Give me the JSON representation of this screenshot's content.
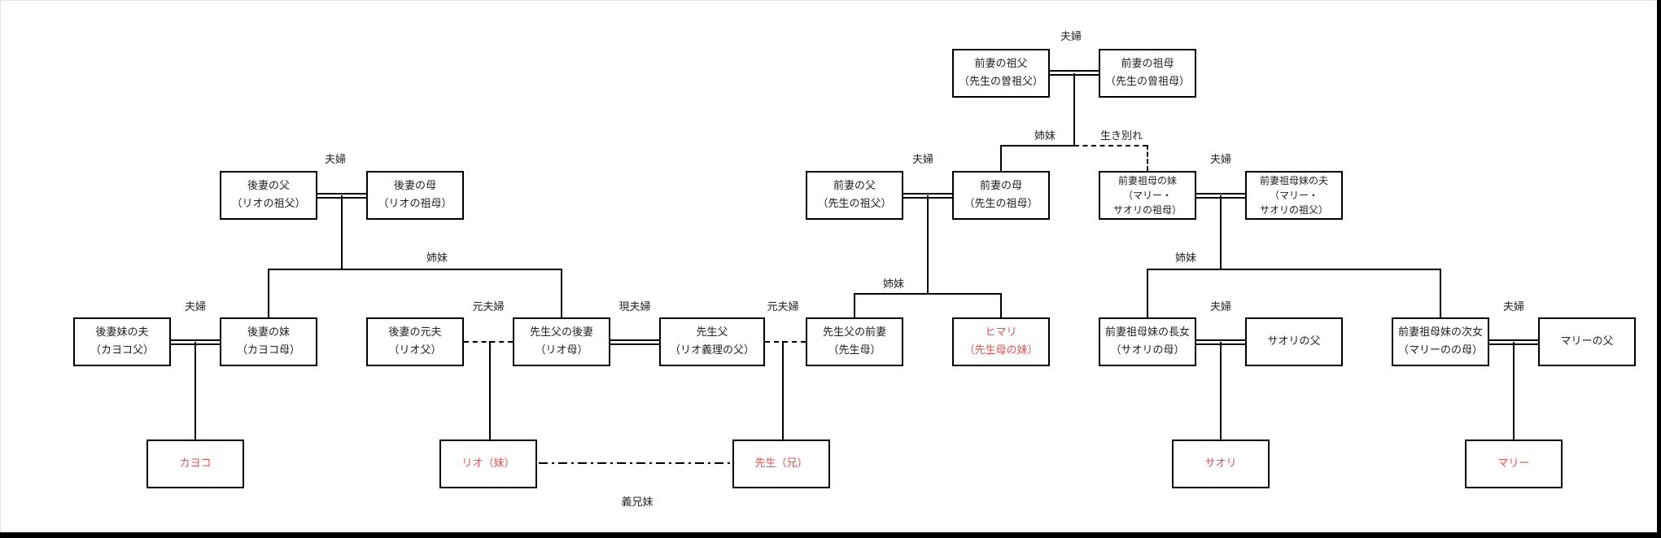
{
  "colors": {
    "accent_red": "#e8514d",
    "line_black": "#000000"
  },
  "nodes": {
    "a1": {
      "l1": "前妻の祖父",
      "l2": "（先生の曽祖父）"
    },
    "a2": {
      "l1": "前妻の祖母",
      "l2": "（先生の曾祖母）"
    },
    "b1": {
      "l1": "後妻の父",
      "l2": "（リオの祖父）"
    },
    "b2": {
      "l1": "後妻の母",
      "l2": "（リオの祖母）"
    },
    "b3": {
      "l1": "前妻の父",
      "l2": "（先生の祖父）"
    },
    "b4": {
      "l1": "前妻の母",
      "l2": "（先生の祖母）"
    },
    "b5": {
      "l1": "前妻祖母の妹",
      "l2": "（マリー・",
      "l3": "サオリの祖母）"
    },
    "b6": {
      "l1": "前妻祖母妹の夫",
      "l2": "（マリー・",
      "l3": "サオリの祖父）"
    },
    "c1": {
      "l1": "後妻妹の夫",
      "l2": "（カヨコ父）"
    },
    "c2": {
      "l1": "後妻の妹",
      "l2": "（カヨコ母）"
    },
    "c3": {
      "l1": "後妻の元夫",
      "l2": "（リオ父）"
    },
    "c4": {
      "l1": "先生父の後妻",
      "l2": "（リオ母）"
    },
    "c5": {
      "l1": "先生父",
      "l2": "（リオ義理の父）"
    },
    "c6": {
      "l1": "先生父の前妻",
      "l2": "（先生母）"
    },
    "c7": {
      "l1": "ヒマリ",
      "l2": "（先生母の妹）"
    },
    "c8": {
      "l1": "前妻祖母妹の長女",
      "l2": "（サオリの母）"
    },
    "c9": {
      "l1": "サオリの父"
    },
    "c10": {
      "l1": "前妻祖母妹の次女",
      "l2": "（マリーのの母）"
    },
    "c11": {
      "l1": "マリーの父"
    },
    "d1": {
      "l1": "カヨコ"
    },
    "d2": {
      "l1": "リオ（妹）"
    },
    "d3": {
      "l1": "先生（兄）"
    },
    "d4": {
      "l1": "サオリ"
    },
    "d5": {
      "l1": "マリー"
    }
  },
  "edge_labels": {
    "grandparents_fufu": "夫婦",
    "shimai_top": "姉妹",
    "ikiwakare": "生き別れ",
    "gosai_parents_fufu": "夫婦",
    "zensai_parents_fufu": "夫婦",
    "sobo_imouto_fufu": "夫婦",
    "gosai_shimai": "姉妹",
    "sensei_haha_shimai": "姉妹",
    "migi_shimai": "姉妹",
    "gosai_imouto_fufu": "夫婦",
    "moto_fufu_left": "元夫婦",
    "gen_fufu": "現夫婦",
    "moto_fufu_right": "元夫婦",
    "chojo_fufu": "夫婦",
    "jijo_fufu": "夫婦",
    "gikyodai": "義兄妹"
  }
}
